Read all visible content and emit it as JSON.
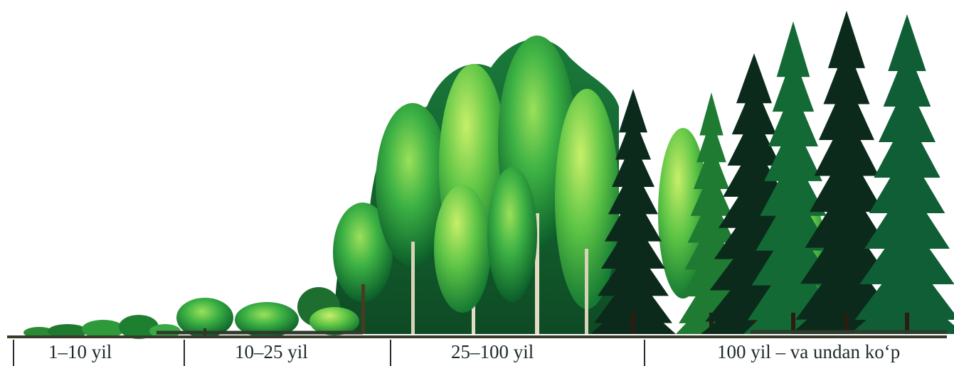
{
  "colors": {
    "deciduous_dark": "#0f6b2c",
    "deciduous_mid": "#2faa3c",
    "deciduous_light": "#7fd34a",
    "conifer_dark": "#0c2a1c",
    "conifer_mid": "#0f5e36",
    "ground": "#3a3a2a"
  },
  "timeline": {
    "stages": [
      {
        "label": "1–10 yil"
      },
      {
        "label": "10–25 yil"
      },
      {
        "label": "25–100 yil"
      },
      {
        "label": "100 yil – va undan ko‘p"
      }
    ]
  }
}
